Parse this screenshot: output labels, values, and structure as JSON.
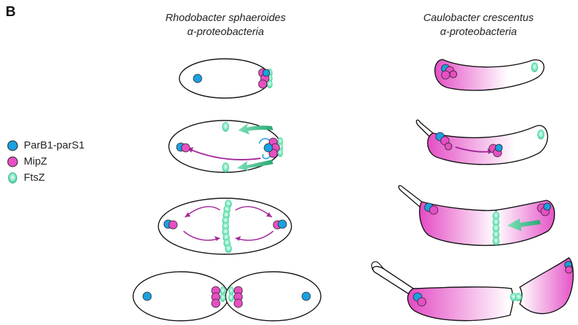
{
  "panel_label": "B",
  "columns": {
    "left": {
      "species": "Rhodobacter sphaeroides",
      "class": "α-proteobacteria"
    },
    "right": {
      "species": "Caulobacter crescentus",
      "class": "α-proteobacteria"
    }
  },
  "legend": [
    {
      "label": "ParB1-parS1",
      "color": "#1ca0e0"
    },
    {
      "label": "MipZ",
      "color": "#e64fc4"
    },
    {
      "label": "FtsZ",
      "color": "#5fe0b0"
    }
  ]
}
